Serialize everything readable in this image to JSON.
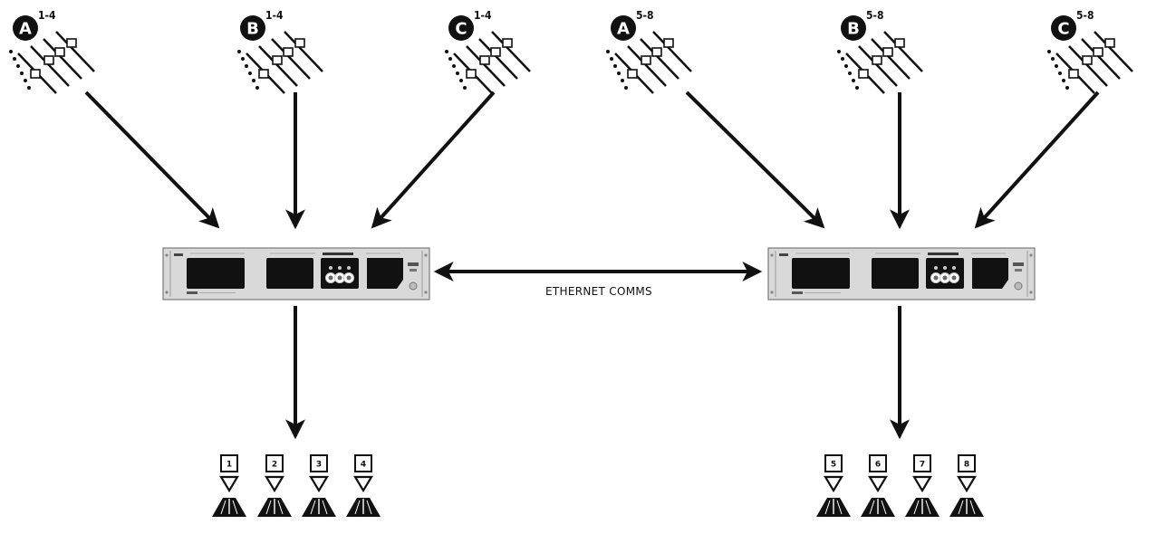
{
  "consoles": [
    {
      "letter": "A",
      "range": "1-4"
    },
    {
      "letter": "B",
      "range": "1-4"
    },
    {
      "letter": "C",
      "range": "1-4"
    },
    {
      "letter": "A",
      "range": "5-8"
    },
    {
      "letter": "B",
      "range": "5-8"
    },
    {
      "letter": "C",
      "range": "5-8"
    }
  ],
  "link_label": "ETHERNET COMMS",
  "outputs": [
    "1",
    "2",
    "3",
    "4",
    "5",
    "6",
    "7",
    "8"
  ],
  "colors": {
    "ink": "#111111",
    "panel": "#d9d9d9",
    "panel_edge": "#7a7a7a",
    "background": "#ffffff"
  }
}
